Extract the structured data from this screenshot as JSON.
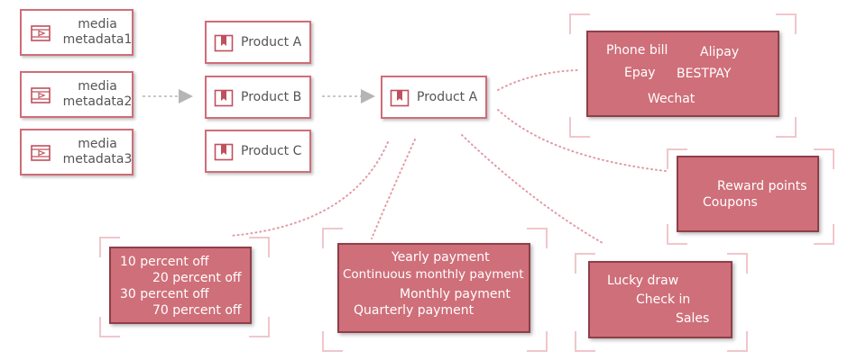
{
  "media_nodes": [
    {
      "line1": "media",
      "line2": "metadata1"
    },
    {
      "line1": "media",
      "line2": "metadata2"
    },
    {
      "line1": "media",
      "line2": "metadata3"
    }
  ],
  "product_nodes": [
    "Product A",
    "Product B",
    "Product C"
  ],
  "center_node": "Product A",
  "payment_methods": [
    "Phone bill",
    "Alipay",
    "Epay",
    "BESTPAY",
    "Wechat"
  ],
  "rewards": [
    "Reward points",
    "Coupons"
  ],
  "discounts": [
    "10 percent off",
    "20 percent off",
    "30 percent off",
    "70 percent off"
  ],
  "billing": [
    "Yearly payment",
    "Continuous monthly payment",
    "Monthly payment",
    "Quarterly payment"
  ],
  "promotions": [
    "Lucky draw",
    "Check in",
    "Sales"
  ],
  "colors": {
    "accent": "#cf6f79",
    "accent_border": "#8e3f49",
    "bracket": "#f0c6cc",
    "arrow": "#b5b5b5",
    "dotted": "#e29aa4"
  },
  "icons": {
    "media": "video-icon",
    "product": "bookmark-icon"
  }
}
